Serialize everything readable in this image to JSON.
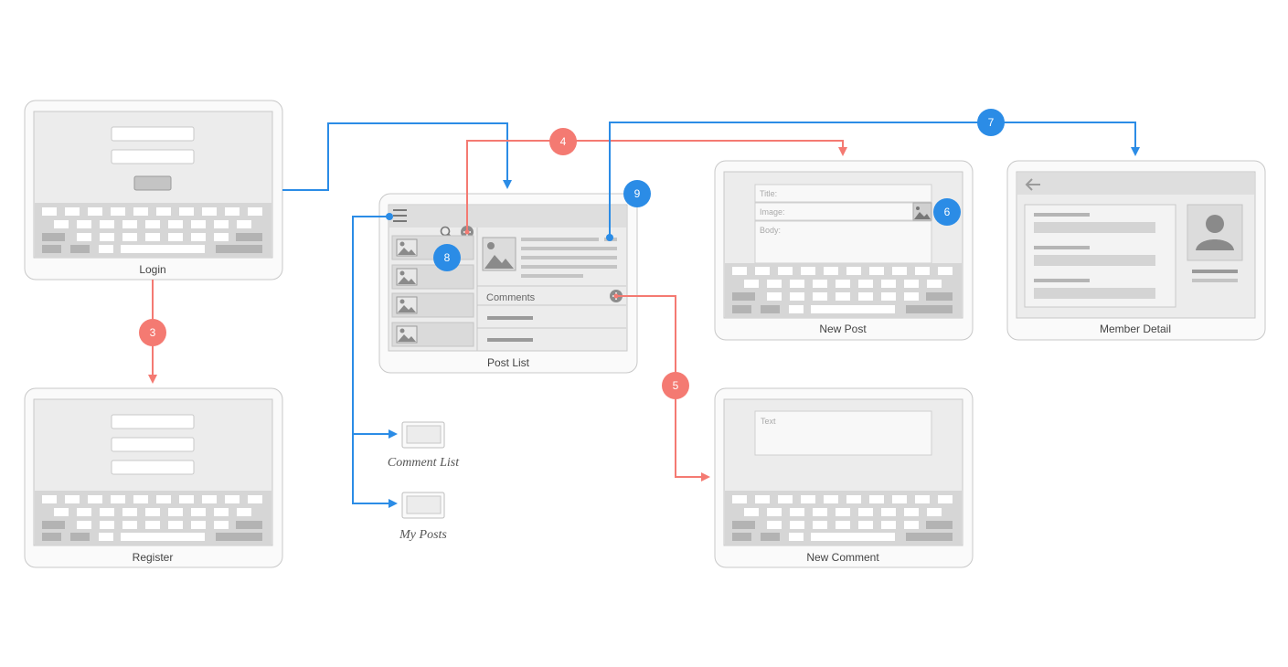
{
  "colors": {
    "flow_blue": "#2b8ce6",
    "flow_red": "#f47a72",
    "frame_border": "#c8c8c8",
    "screen_bg": "#ececec",
    "keyboard_bg": "#d6d6d6"
  },
  "screens": {
    "login": {
      "label": "Login"
    },
    "register": {
      "label": "Register"
    },
    "post_list": {
      "label": "Post List",
      "comments_header": "Comments"
    },
    "new_post": {
      "label": "New Post",
      "title_placeholder": "Title:",
      "image_placeholder": "Image:",
      "body_placeholder": "Body:"
    },
    "member_detail": {
      "label": "Member Detail"
    },
    "new_comment": {
      "label": "New Comment",
      "text_placeholder": "Text"
    },
    "comment_list": {
      "label": "Comment List"
    },
    "my_posts": {
      "label": "My Posts"
    }
  },
  "flows": [
    {
      "id": "3",
      "color": "red"
    },
    {
      "id": "4",
      "color": "red"
    },
    {
      "id": "5",
      "color": "red"
    },
    {
      "id": "6",
      "color": "blue"
    },
    {
      "id": "7",
      "color": "blue"
    },
    {
      "id": "8",
      "color": "blue"
    },
    {
      "id": "9",
      "color": "blue"
    }
  ],
  "icons": [
    "menu-icon",
    "search-icon",
    "plus-icon",
    "image-icon",
    "back-arrow-icon",
    "avatar-icon"
  ]
}
